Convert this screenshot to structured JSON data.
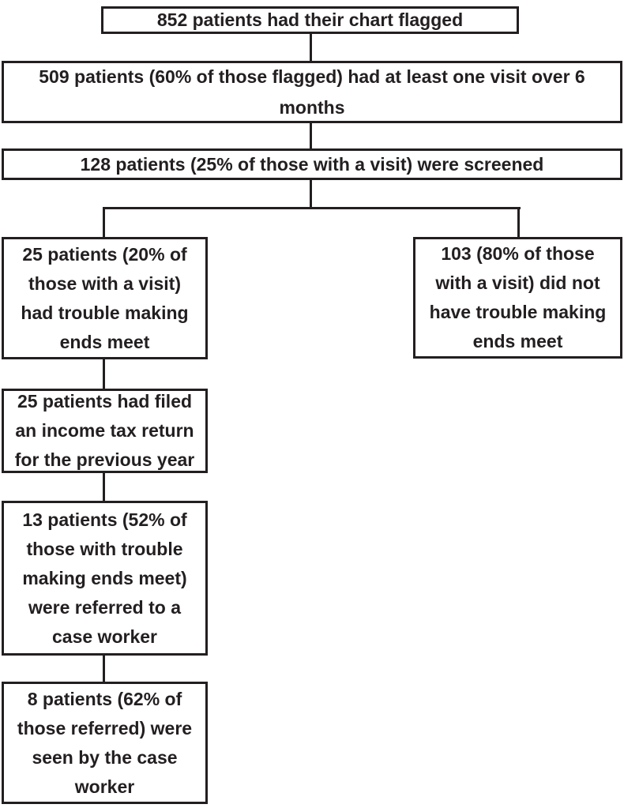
{
  "nodes": {
    "flagged": {
      "text": "852 patients had their chart flagged"
    },
    "visited": {
      "text": "509 patients (60% of those flagged) had at least one visit over 6\nmonths"
    },
    "screened": {
      "text": "128 patients (25% of those with a visit) were screened"
    },
    "trouble": {
      "text": "25 patients (20% of\nthose with a visit)\nhad trouble making\nends meet"
    },
    "no_trouble": {
      "text": "103 (80% of those\nwith a visit) did not\nhave trouble making\nends meet"
    },
    "tax_return": {
      "text": "25 patients had filed\nan income tax return\nfor the previous year"
    },
    "referred": {
      "text": "13 patients (52% of\nthose with trouble\nmaking ends meet)\nwere referred to a\ncase worker"
    },
    "seen": {
      "text": "8 patients (62% of\nthose referred) were\nseen by the case\nworker"
    }
  },
  "colors": {
    "line": "#231f20",
    "text": "#231f20",
    "box_background": "#ffffff",
    "page_background": "#ffffff"
  }
}
